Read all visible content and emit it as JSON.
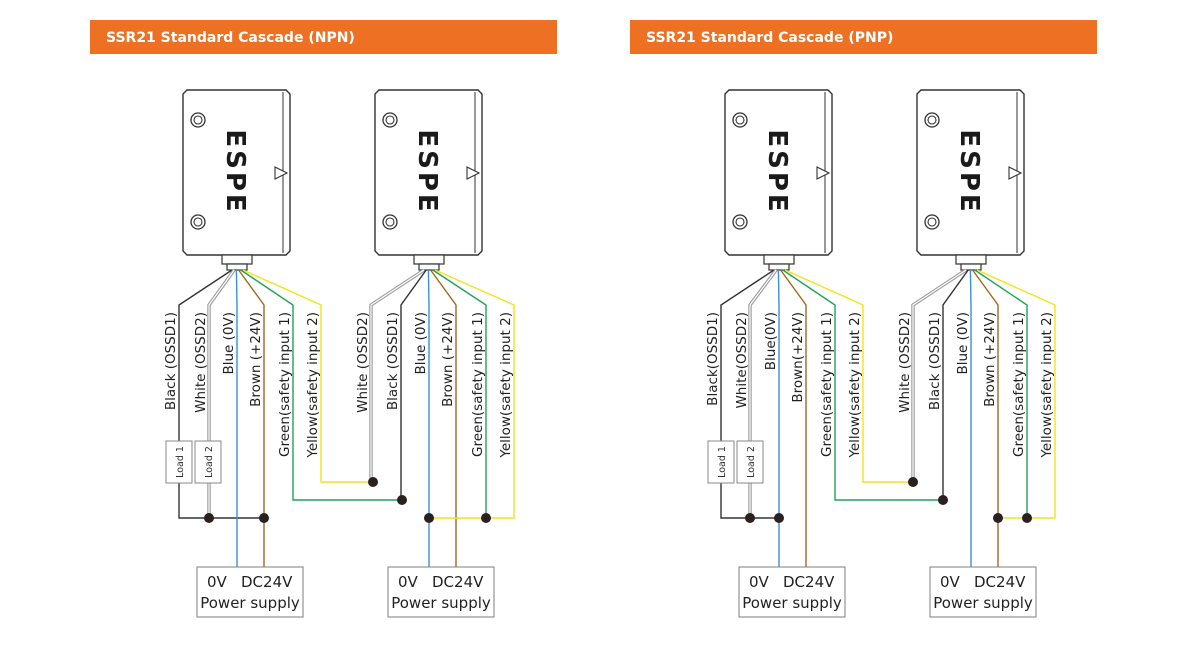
{
  "colors": {
    "header": "#ee7123",
    "black_wire": "#333333",
    "white_wire": "#9a9a9a",
    "blue_wire": "#3a8fd6",
    "brown_wire": "#a0691e",
    "green_wire": "#1fa35a",
    "yellow_wire": "#f2e41c"
  },
  "panels": [
    {
      "title": "SSR21 Standard Cascade (NPN)",
      "sensors": [
        {
          "brand": "ESPE",
          "wires": [
            "Black (OSSD1)",
            "White (OSSD2)",
            "Blue (0V)",
            "Brown (+24V)",
            "Green(safety input 1)",
            "Yellow(safety input 2)"
          ]
        },
        {
          "brand": "ESPE",
          "wires": [
            "White (OSSD2)",
            "Black (OSSD1)",
            "Blue (0V)",
            "Brown (+24V)",
            "Green(safety input 1)",
            "Yellow(safety input 2)"
          ]
        }
      ],
      "loads": [
        "Load 1",
        "Load 2"
      ],
      "power_supplies": [
        {
          "v0": "0V",
          "v24": "DC24V",
          "label": "Power supply"
        },
        {
          "v0": "0V",
          "v24": "DC24V",
          "label": "Power supply"
        }
      ]
    },
    {
      "title": "SSR21 Standard Cascade (PNP)",
      "sensors": [
        {
          "brand": "ESPE",
          "wires": [
            "Black(OSSD1)",
            "White(OSSD2)",
            "Blue(0V)",
            "Brown(+24V)",
            "Green(safety input 1)",
            "Yellow(safety input 2)"
          ]
        },
        {
          "brand": "ESPE",
          "wires": [
            "White (OSSD2)",
            "Black (OSSD1)",
            "Blue (0V)",
            "Brown (+24V)",
            "Green(safety input 1)",
            "Yellow(safety input 2)"
          ]
        }
      ],
      "loads": [
        "Load 1",
        "Load 2"
      ],
      "power_supplies": [
        {
          "v0": "0V",
          "v24": "DC24V",
          "label": "Power supply"
        },
        {
          "v0": "0V",
          "v24": "DC24V",
          "label": "Power supply"
        }
      ]
    }
  ]
}
